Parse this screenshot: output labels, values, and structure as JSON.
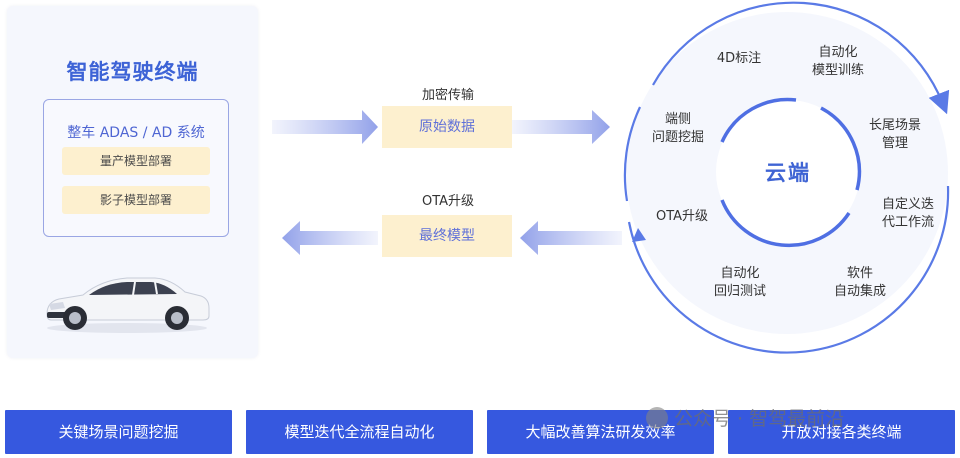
{
  "terminal": {
    "title": "智能驾驶终端",
    "system_title": "整车 ADAS / AD 系统",
    "chips": [
      "量产模型部署",
      "影子模型部署"
    ]
  },
  "flows": {
    "upload_label": "加密传输",
    "upload_box": "原始数据",
    "download_label": "OTA升级",
    "download_box": "最终模型"
  },
  "cloud": {
    "center": "云端",
    "nodes": [
      {
        "line1": "4D标注",
        "line2": ""
      },
      {
        "line1": "自动化",
        "line2": "模型训练"
      },
      {
        "line1": "长尾场景",
        "line2": "管理"
      },
      {
        "line1": "自定义迭",
        "line2": "代工作流"
      },
      {
        "line1": "软件",
        "line2": "自动集成"
      },
      {
        "line1": "自动化",
        "line2": "回归测试"
      },
      {
        "line1": "OTA升级",
        "line2": ""
      },
      {
        "line1": "端侧",
        "line2": "问题挖掘"
      }
    ]
  },
  "bottom_buttons": [
    "关键场景问题挖掘",
    "模型迭代全流程自动化",
    "大幅改善算法研发效率",
    "开放对接各类终端"
  ],
  "watermark": "公众号 · 智驾最前沿",
  "colors": {
    "accent": "#3658df",
    "chip_bg": "#fdf0cf",
    "ring": "#5a7ae6"
  }
}
